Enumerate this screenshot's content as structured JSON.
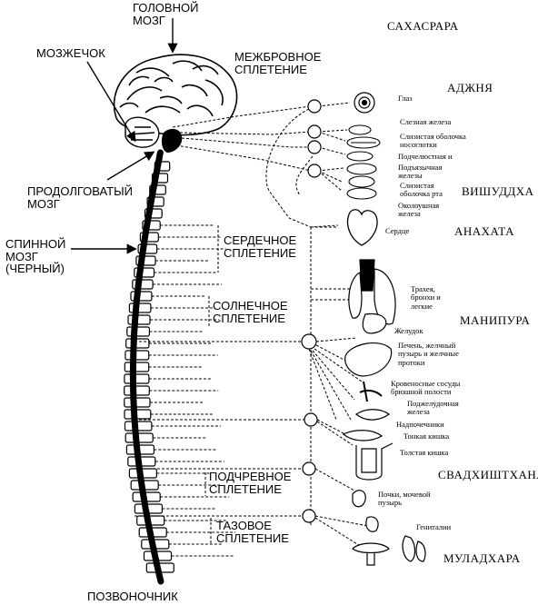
{
  "labels": {
    "brain": [
      "ГОЛОВНОЙ",
      "МОЗГ"
    ],
    "cerebellum": "МОЗЖЕЧОК",
    "medulla": [
      "ПРОДОЛГОВАТЫЙ",
      "МОЗГ"
    ],
    "spinal_cord": [
      "СПИННОЙ",
      "МОЗГ",
      "(ЧЕРНЫЙ)"
    ],
    "spine": "ПОЗВОНОЧНИК"
  },
  "plexuses": {
    "glabellar": [
      "МЕЖБРОВНОЕ",
      "СПЛЕТЕНИЕ"
    ],
    "cardiac": [
      "СЕРДЕЧНОЕ",
      "СПЛЕТЕНИЕ"
    ],
    "solar": [
      "СОЛНЕЧНОЕ",
      "СПЛЕТЕНИЕ"
    ],
    "hypogastric": [
      "ПОДЧРЕВНОЕ",
      "СПЛЕТЕНИЕ"
    ],
    "pelvic": [
      "ТАЗОВОЕ",
      "СПЛЕТЕНИЕ"
    ]
  },
  "chakras": {
    "sahasrara": "САХАСРАРА",
    "ajna": "АДЖНЯ",
    "vishuddha": "ВИШУДДХА",
    "anahata": "АНАХАТА",
    "manipura": "МАНИПУРА",
    "svadhishthana": "СВАДХИШТХАНА",
    "muladhara": "МУЛАДХАРА"
  },
  "organs": {
    "eye": "Глаз",
    "lacrimal": "Слезная железа",
    "nasal_mucosa": [
      "Слизистая оболочка",
      "носоглотки"
    ],
    "submandibular": "Подчелюстная и",
    "sublingual": [
      "Подъязычная",
      "железы"
    ],
    "oral_mucosa": [
      "Слизистая",
      "оболочка рта"
    ],
    "parotid": [
      "Околоушная",
      "железа"
    ],
    "heart": "Сердце",
    "lungs": [
      "Трахея,",
      "бронхи и",
      "легкие"
    ],
    "stomach": "Желудок",
    "liver": [
      "Печень, желчный",
      "пузырь и желчные",
      "протоки"
    ],
    "vessels": [
      "Кровеносные сосуды",
      "брюшной полости"
    ],
    "pancreas": [
      "Поджелудочная",
      "железа"
    ],
    "adrenals": "Надпочечники",
    "small_intestine": "Тонкая кишка",
    "large_intestine": "Толстая кишка",
    "kidneys": [
      "Почки, мочевой",
      "пузырь"
    ],
    "genitals": "Гениталии"
  }
}
